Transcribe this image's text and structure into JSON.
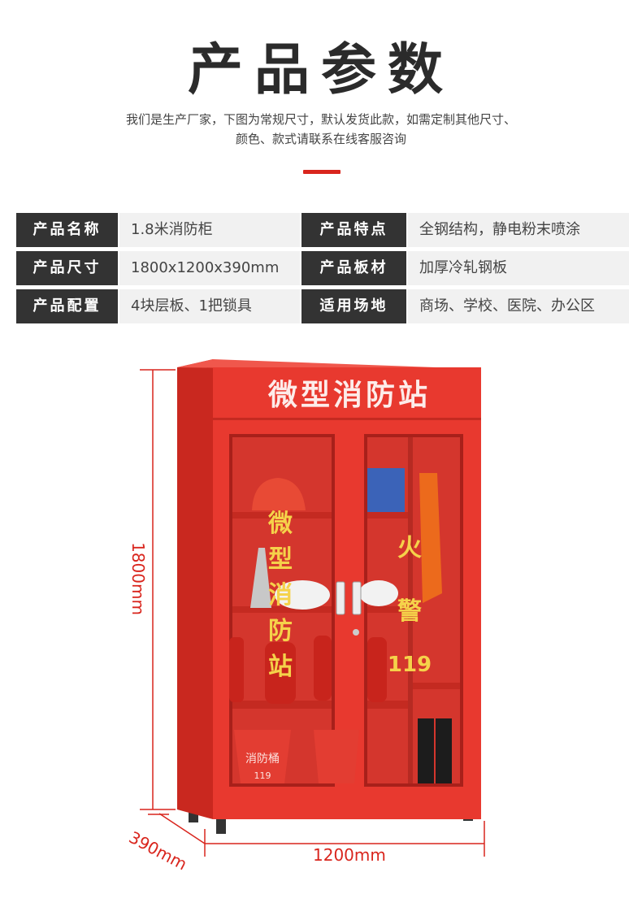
{
  "header": {
    "title": "产品参数",
    "desc_line1": "我们是生产厂家，下图为常规尺寸，默认发货此款，如需定制其他尺寸、",
    "desc_line2": "颜色、款式请联系在线客服咨询"
  },
  "specs": [
    {
      "label_a": "产品名称",
      "value_a": "1.8米消防柜",
      "label_b": "产品特点",
      "value_b": "全钢结构，静电粉末喷涂"
    },
    {
      "label_a": "产品尺寸",
      "value_a": "1800x1200x390mm",
      "label_b": "产品板材",
      "value_b": "加厚冷轧钢板"
    },
    {
      "label_a": "产品配置",
      "value_a": "4块层板、1把锁具",
      "label_b": "适用场地",
      "value_b": "商场、学校、医院、办公区"
    }
  ],
  "cabinet": {
    "header_text": "微型消防站",
    "left_door_text": [
      "微",
      "型",
      "消",
      "防",
      "站"
    ],
    "right_door_text": [
      "火",
      "警"
    ],
    "right_door_number": "119",
    "bucket_label": "消防桶",
    "bucket_number": "119"
  },
  "dimensions": {
    "height": "1800mm",
    "width": "1200mm",
    "depth": "390mm"
  },
  "colors": {
    "accent": "#d9251d",
    "cabinet_red": "#e8392f",
    "label_bg": "#333333",
    "value_bg": "#f1f1f1",
    "door_text": "#f5d24a"
  }
}
